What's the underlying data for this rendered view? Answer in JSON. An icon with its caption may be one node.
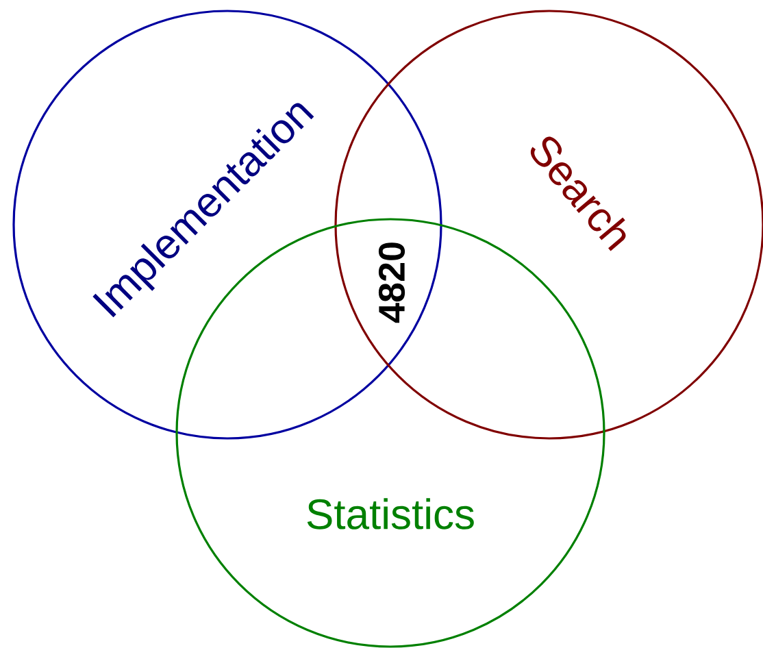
{
  "diagram": {
    "nodes": [
      {
        "text": [
          "Implementation"
        ]
      },
      {
        "text": [
          "Search"
        ]
      },
      {
        "text": [
          "Statistics"
        ]
      }
    ],
    "labels": [
      "4820"
    ]
  }
}
